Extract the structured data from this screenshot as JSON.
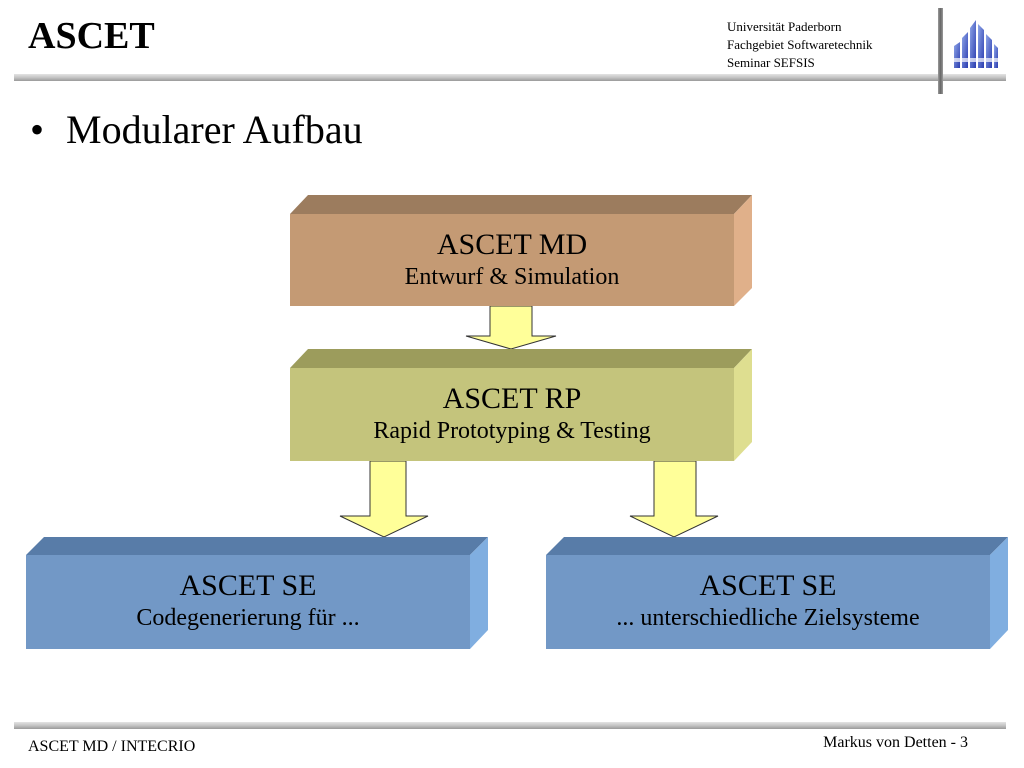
{
  "slide": {
    "title": "ASCET",
    "bullet": "Modularer Aufbau"
  },
  "institution": {
    "line1": "Universität Paderborn",
    "line2": "Fachgebiet Softwaretechnik",
    "line3": "Seminar SEFSIS"
  },
  "logo": {
    "icon": "university-logo-icon"
  },
  "diagram": {
    "boxes": [
      {
        "id": "md",
        "title": "ASCET MD",
        "subtitle": "Entwurf & Simulation",
        "color": "#c49a74"
      },
      {
        "id": "rp",
        "title": "ASCET RP",
        "subtitle": "Rapid Prototyping & Testing",
        "color": "#c4c47c"
      },
      {
        "id": "se1",
        "title": "ASCET SE",
        "subtitle": "Codegenerierung für ...",
        "color": "#7298c6"
      },
      {
        "id": "se2",
        "title": "ASCET SE",
        "subtitle": "... unterschiedliche Zielsysteme",
        "color": "#7298c6"
      }
    ],
    "arrow_color": "#ffff99"
  },
  "footer": {
    "left": "ASCET MD / INTECRIO",
    "right": "Markus von Detten - 3"
  }
}
